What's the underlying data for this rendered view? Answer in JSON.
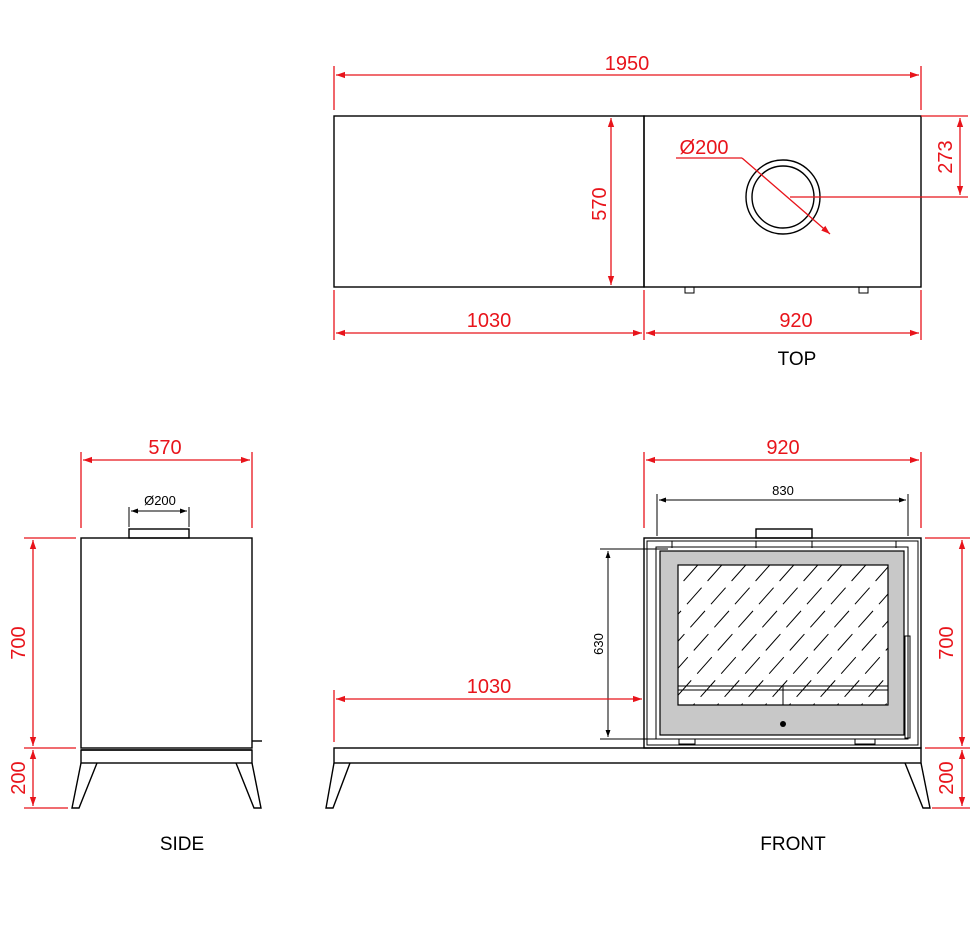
{
  "colors": {
    "dimension": "#e8141b",
    "outline": "#000000",
    "frame_fill": "#c8c8c8",
    "background": "#ffffff"
  },
  "views": {
    "top": {
      "label": "TOP"
    },
    "side": {
      "label": "SIDE"
    },
    "front": {
      "label": "FRONT"
    }
  },
  "dimensions": {
    "top_total_width": "1950",
    "top_flue_diameter": "Ø200",
    "top_depth": "570",
    "top_flue_offset": "273",
    "top_bench_width": "1030",
    "top_stove_width": "920",
    "side_width": "570",
    "side_flue_diameter": "Ø200",
    "side_stove_height": "700",
    "side_leg_height": "200",
    "front_stove_width": "920",
    "front_inner_width": "830",
    "front_glass_height": "630",
    "front_bench_width": "1030",
    "front_stove_height": "700",
    "front_leg_height": "200"
  }
}
